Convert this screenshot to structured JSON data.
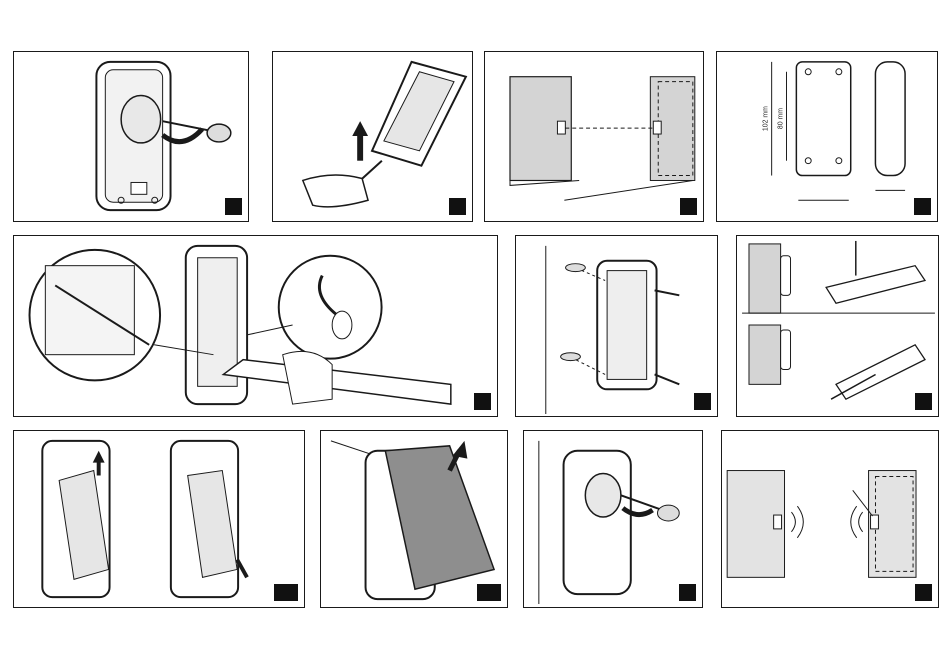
{
  "document": {
    "title": "",
    "dimensions": {
      "height_label": "102 mm",
      "hole_spacing_label": "80 mm"
    }
  },
  "steps": [
    {
      "id": "1",
      "label": ""
    },
    {
      "id": "2",
      "label": ""
    },
    {
      "id": "3",
      "label": ""
    },
    {
      "id": "4",
      "label": ""
    },
    {
      "id": "5",
      "label": ""
    },
    {
      "id": "6",
      "label": ""
    },
    {
      "id": "7",
      "label": ""
    },
    {
      "id": "8",
      "label": ""
    },
    {
      "id": "9",
      "label": ""
    },
    {
      "id": "10",
      "label": ""
    },
    {
      "id": "11",
      "label": ""
    }
  ],
  "colors": {
    "line": "#1a1a1a",
    "wall": "#d4d4d4",
    "cover": "#8e8e8e",
    "badge": "#111111"
  }
}
